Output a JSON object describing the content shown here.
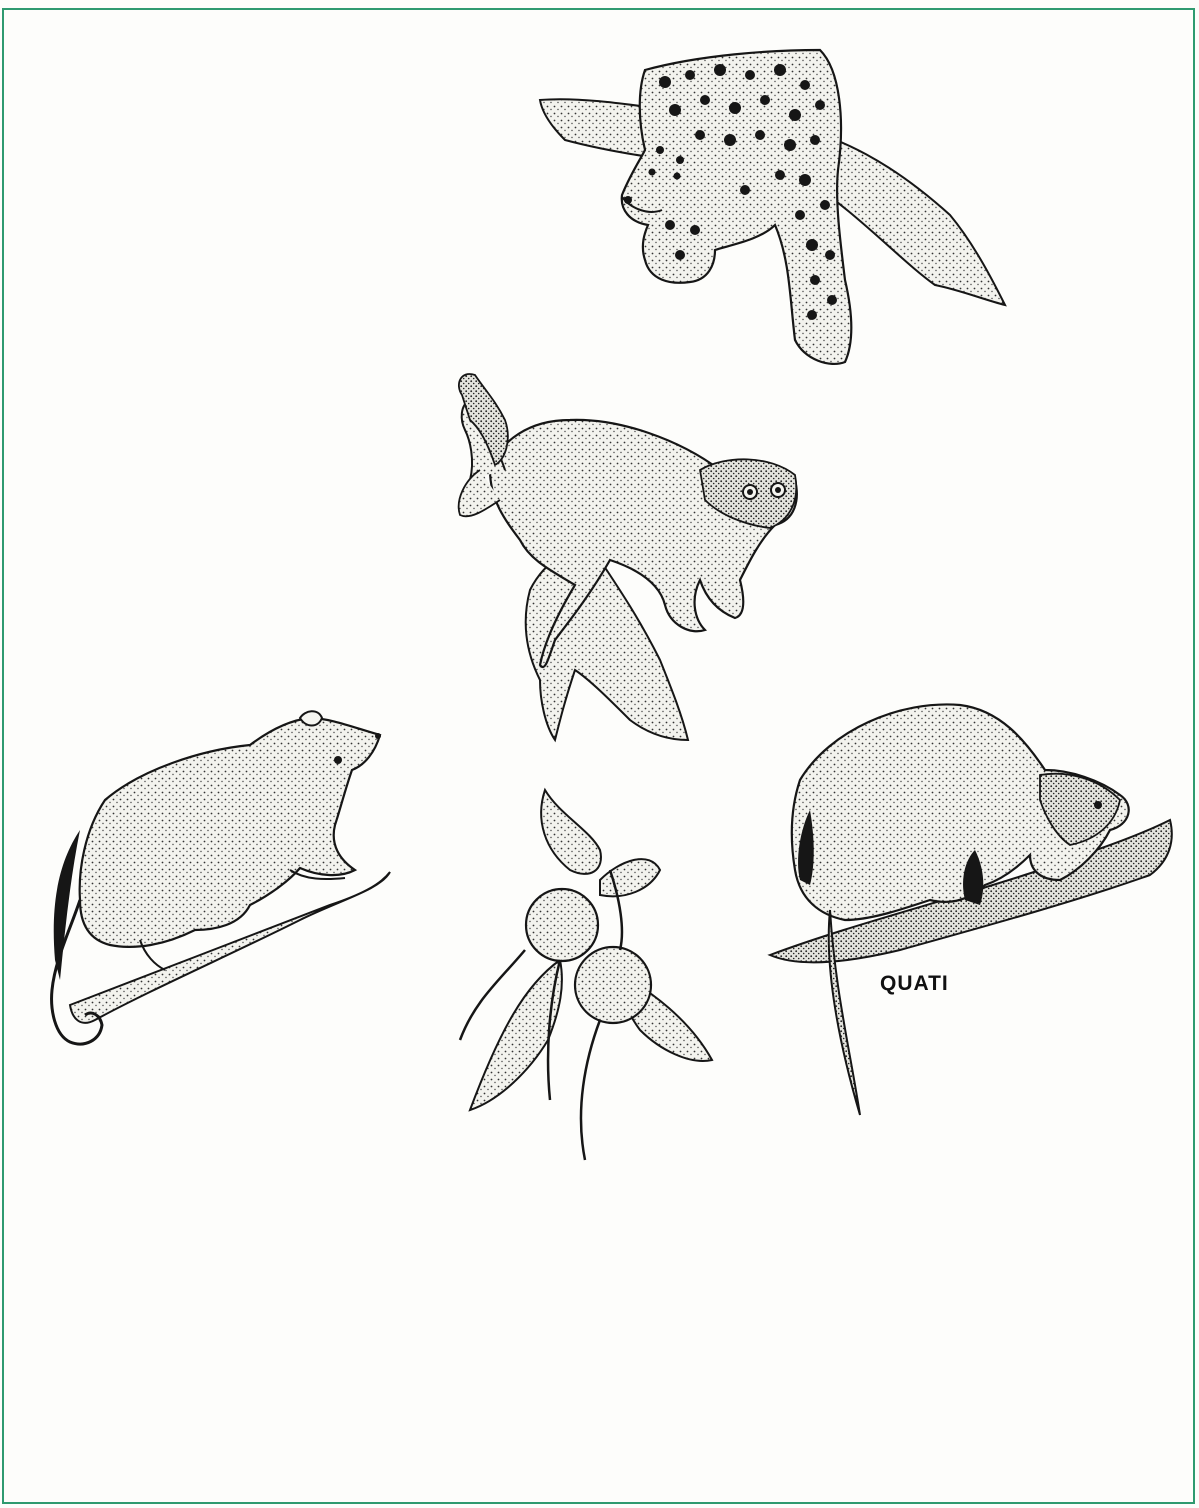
{
  "labels": {
    "quati": "QUATI"
  },
  "colors": {
    "arrow": "#2f9e74",
    "ink": "#161616",
    "frame": "#2f9a70",
    "background": "#fdfdfb"
  },
  "organisms": [
    {
      "id": "jaguar",
      "icon": "jaguar-illustration"
    },
    {
      "id": "monkey",
      "icon": "monkey-illustration"
    },
    {
      "id": "opossum",
      "icon": "opossum-illustration"
    },
    {
      "id": "fruit",
      "icon": "fruit-illustration"
    },
    {
      "id": "quati",
      "icon": "coati-illustration"
    },
    {
      "id": "snake",
      "icon": "snake-illustration"
    },
    {
      "id": "bird",
      "icon": "bird-illustration"
    },
    {
      "id": "nest",
      "icon": "nest-with-eggs-illustration"
    }
  ],
  "arrows": [
    {
      "from": "opossum",
      "to": "jaguar"
    },
    {
      "from": "monkey",
      "to": "jaguar"
    },
    {
      "from": "quati",
      "to": "jaguar"
    },
    {
      "from": "fruit",
      "to": "monkey"
    },
    {
      "from": "fruit",
      "to": "opossum"
    },
    {
      "from": "fruit",
      "to": "quati"
    },
    {
      "from": "fruit",
      "to": "bird"
    },
    {
      "from": "bird",
      "to": "snake"
    },
    {
      "from": "snake",
      "to": "opossum"
    },
    {
      "from": "nest",
      "to": "quati"
    }
  ]
}
